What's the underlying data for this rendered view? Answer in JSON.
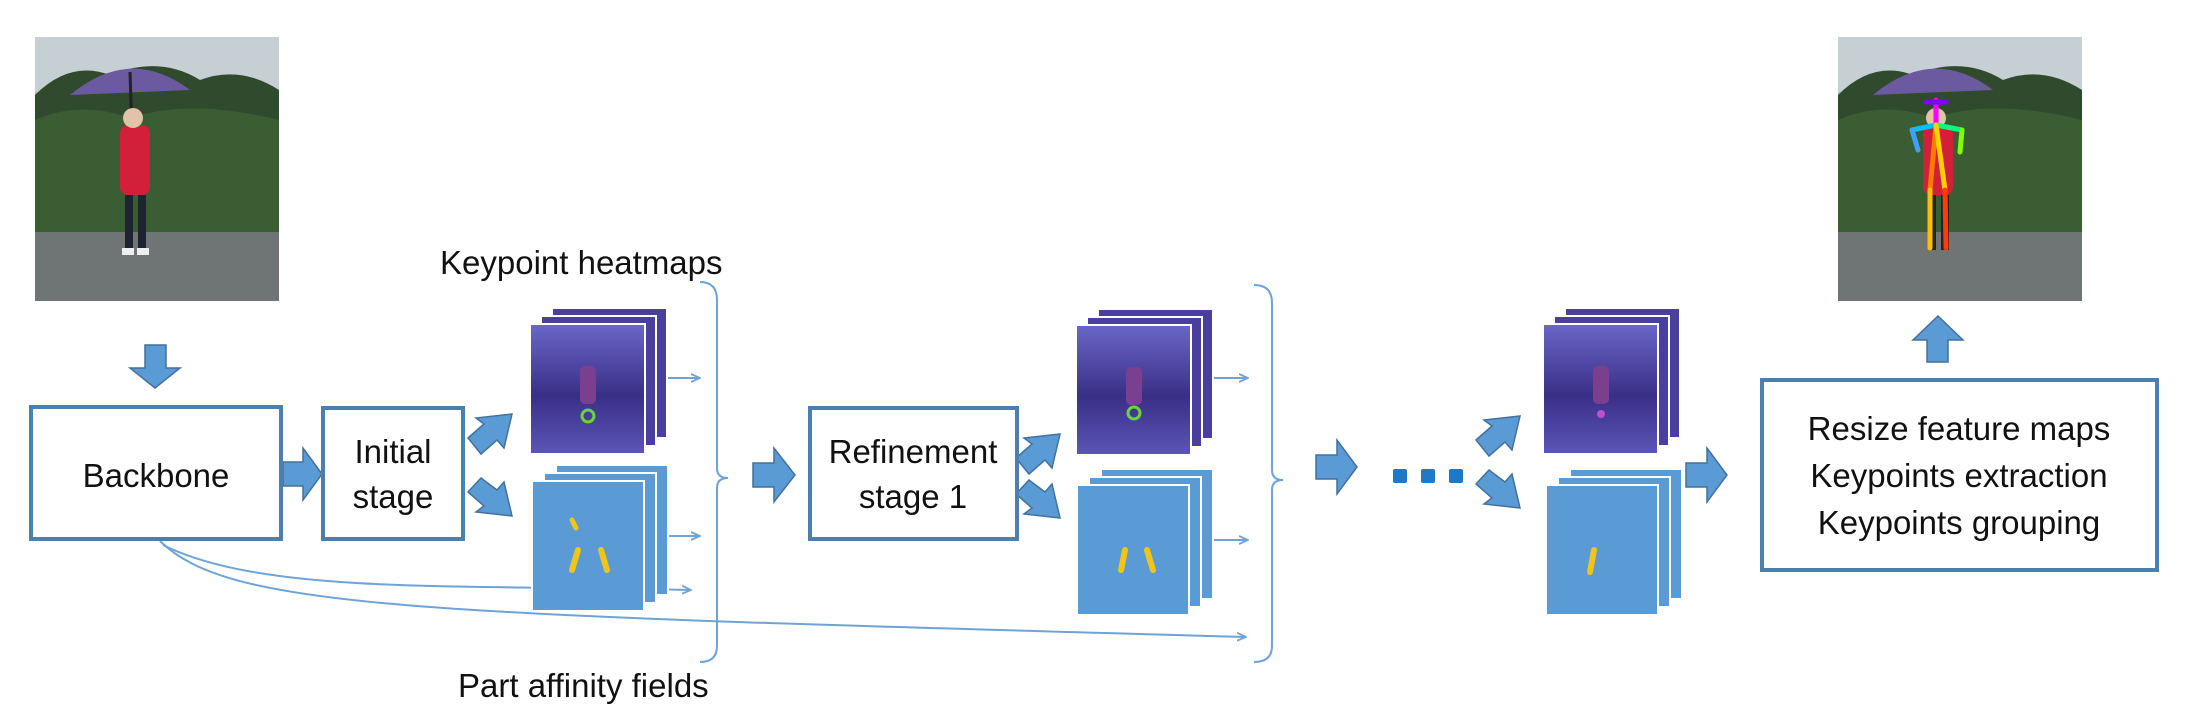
{
  "colors": {
    "arrow_fill": "#5b9bd5",
    "arrow_stroke": "#41719c",
    "box_stroke": "#4a7fb0",
    "line": "#6fa3d6",
    "paf_fill": "#5b9bd5",
    "paf_mark": "#f2c418",
    "heatmap_fill": "#4a3f9e",
    "dots": "#1f78c8"
  },
  "labels": {
    "keypoint_heatmaps": "Keypoint heatmaps",
    "part_affinity_fields": "Part affinity fields"
  },
  "boxes": {
    "backbone": "Backbone",
    "initial_stage_line1": "Initial",
    "initial_stage_line2": "stage",
    "refinement_stage_line1": "Refinement",
    "refinement_stage_line2": "stage 1",
    "post_line1": "Resize feature maps",
    "post_line2": "Keypoints extraction",
    "post_line3": "Keypoints grouping"
  },
  "icons": {
    "input_image": "child-with-umbrella-photo",
    "output_image": "child-with-umbrella-pose-skeleton-photo",
    "ellipsis": "ellipsis-dots-icon"
  }
}
